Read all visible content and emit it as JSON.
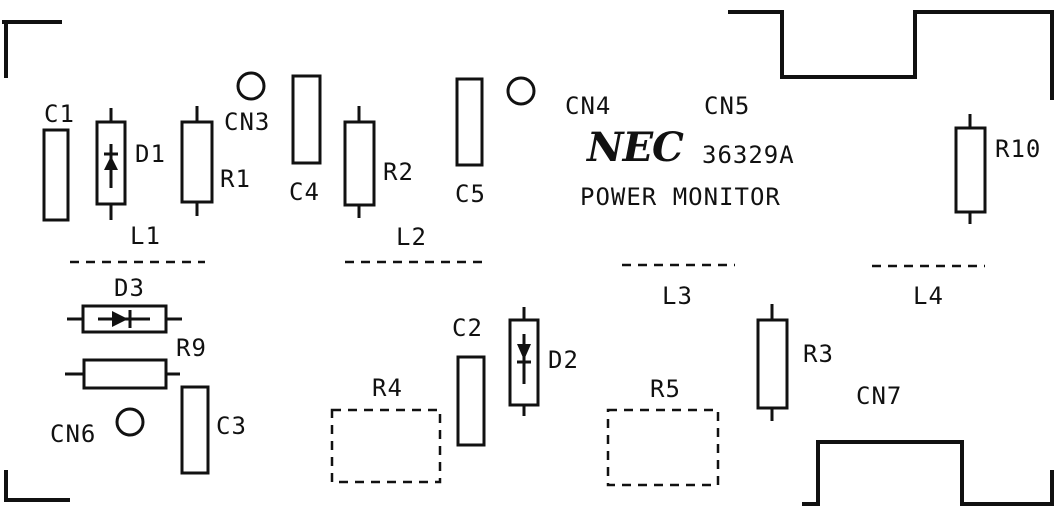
{
  "board": {
    "brand": "NEC",
    "part_number": "36329A",
    "title": "POWER MONITOR"
  },
  "labels": {
    "C1": "C1",
    "D1": "D1",
    "R1": "R1",
    "CN3": "CN3",
    "C4": "C4",
    "R2": "R2",
    "C5": "C5",
    "CN4": "CN4",
    "CN5": "CN5",
    "R10": "R10",
    "L1": "L1",
    "L2": "L2",
    "L3": "L3",
    "L4": "L4",
    "D3": "D3",
    "R9": "R9",
    "C2": "C2",
    "D2": "D2",
    "R3": "R3",
    "R4": "R4",
    "R5": "R5",
    "CN6": "CN6",
    "C3": "C3",
    "CN7": "CN7"
  },
  "colors": {
    "ink": "#111111",
    "paper": "#ffffff"
  }
}
